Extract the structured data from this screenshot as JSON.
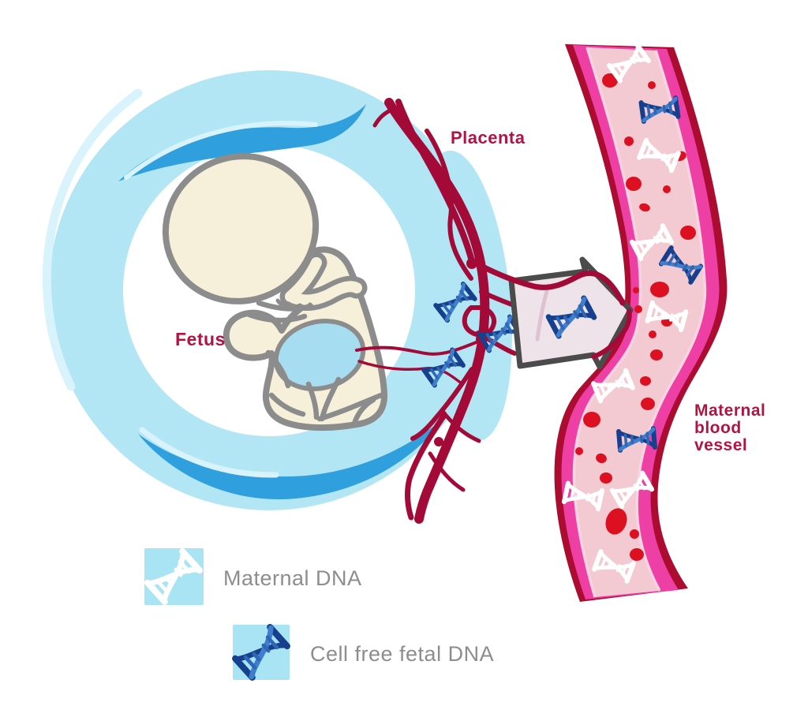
{
  "figure": {
    "description": "Diagram of cell free fetal DNA passing from the placenta into a maternal blood vessel",
    "background": "#ffffff"
  },
  "labels": {
    "fetus": "Fetus",
    "placenta": "Placenta",
    "maternal_blood_vessel": {
      "line1": "Maternal",
      "line2": "blood",
      "line3": "vessel"
    }
  },
  "legend": {
    "items": [
      {
        "icon": "maternal-dna-icon",
        "label": "Maternal DNA"
      },
      {
        "icon": "fetal-dna-icon",
        "label": "Cell free fetal DNA"
      }
    ]
  },
  "colors": {
    "label_red": "#b21441",
    "legend_text": "#8d8d90",
    "legend_swatch": "#a9e4f4",
    "ring_blue": "#b3e6f4",
    "crescent_blue": "#2f9fdd",
    "highlight_blue": "#d8f3fb",
    "fetus_skin": "#f6efd9",
    "fetus_outline": "#8c8c8c",
    "belly_blue": "#a7ddf0",
    "placenta_vessel": "#a30a38",
    "vessel_outer": "#ad0c31",
    "vessel_magenta": "#ee3fa4",
    "vessel_inner": "#f3c9d2",
    "vessel_sliver": "#fbd3e2",
    "red_cell": "#dc1021",
    "arrow_fill": "#eee3e9",
    "arrow_outline": "#4b4b4b",
    "arrow_crease": "#ddc3d2",
    "dna_white": "#ffffff",
    "dna_blue_dark": "#16408e",
    "dna_blue_mid": "#2f66b5",
    "dna_blue_light": "#3e7ecc"
  }
}
